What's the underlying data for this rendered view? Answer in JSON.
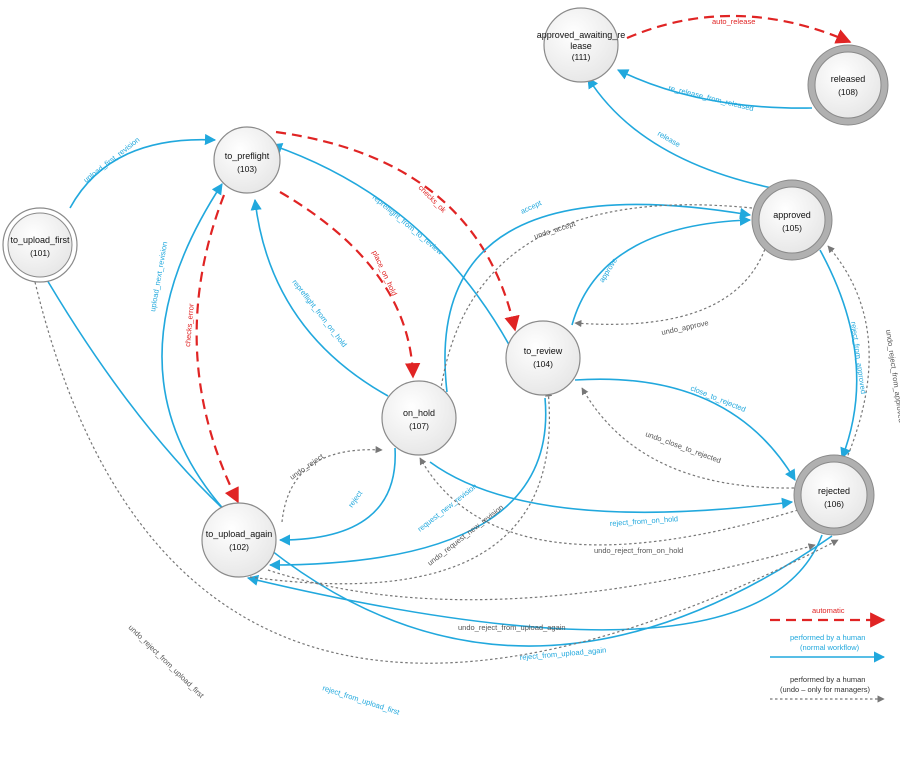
{
  "colors": {
    "automatic": "#e02424",
    "human": "#21a8dd",
    "undo": "#777777",
    "node_fill_light": "#ffffff",
    "node_fill_dark": "#e6e6e6",
    "node_stroke": "#8a8a8a",
    "final_ring": "#a8a8a8"
  },
  "nodes": {
    "to_upload_first": {
      "name": "to_upload_first",
      "id": "(101)",
      "final": false
    },
    "to_preflight": {
      "name": "to_preflight",
      "id": "(103)",
      "final": false
    },
    "on_hold": {
      "name": "on_hold",
      "id": "(107)",
      "final": false
    },
    "to_upload_again": {
      "name": "to_upload_again",
      "id": "(102)",
      "final": false
    },
    "to_review": {
      "name": "to_review",
      "id": "(104)",
      "final": false
    },
    "approved": {
      "name": "approved",
      "id": "(105)",
      "final": true
    },
    "rejected": {
      "name": "rejected",
      "id": "(106)",
      "final": true
    },
    "approved_awaiting_release": {
      "name_line1": "approved_awaiting_re",
      "name_line2": "lease",
      "id": "(111)",
      "final": false
    },
    "released": {
      "name": "released",
      "id": "(108)",
      "final": true
    }
  },
  "edges": {
    "auto_release": {
      "label": "auto_release",
      "kind": "automatic"
    },
    "re_release_from_released": {
      "label": "re_release_from_released",
      "kind": "human"
    },
    "release": {
      "label": "release",
      "kind": "human"
    },
    "upload_first_revision": {
      "label": "upload_first_revision",
      "kind": "human"
    },
    "checks_ok": {
      "label": "checks_ok",
      "kind": "automatic"
    },
    "checks_error": {
      "label": "checks_error",
      "kind": "automatic"
    },
    "place_on_hold": {
      "label": "place_on_hold",
      "kind": "automatic"
    },
    "upload_next_revision": {
      "label": "upload_next_revision",
      "kind": "human"
    },
    "repreflight_from_on_hold": {
      "label": "repreflight_from_on_hold",
      "kind": "human"
    },
    "repreflight_from_to_review": {
      "label": "repreflight_from_to_review",
      "kind": "human"
    },
    "accept": {
      "label": "accept",
      "kind": "human"
    },
    "undo_accept": {
      "label": "undo_accept",
      "kind": "undo"
    },
    "approve": {
      "label": "approve",
      "kind": "human"
    },
    "undo_approve": {
      "label": "undo_approve",
      "kind": "undo"
    },
    "reject_from_approved": {
      "label": "reject_from_approved",
      "kind": "human"
    },
    "undo_reject_from_approved": {
      "label": "undo_reject_from_approved",
      "kind": "undo"
    },
    "close_to_rejected": {
      "label": "close_to_rejected",
      "kind": "human"
    },
    "undo_close_to_rejected": {
      "label": "undo_close_to_rejected",
      "kind": "undo"
    },
    "undo_reject": {
      "label": "undo_reject",
      "kind": "undo"
    },
    "reject": {
      "label": "reject",
      "kind": "human"
    },
    "request_new_revision": {
      "label": "request_new_revision",
      "kind": "human"
    },
    "undo_request_new_revision": {
      "label": "undo_request_new_revision",
      "kind": "undo"
    },
    "reject_from_on_hold": {
      "label": "reject_from_on_hold",
      "kind": "human"
    },
    "undo_reject_from_on_hold": {
      "label": "undo_reject_from_on_hold",
      "kind": "undo"
    },
    "undo_reject_from_upload_again": {
      "label": "undo_reject_from_upload_again",
      "kind": "undo"
    },
    "reject_from_upload_again": {
      "label": "reject_from_upload_again",
      "kind": "human"
    },
    "reject_from_upload_first": {
      "label": "reject_from_upload_first",
      "kind": "human"
    },
    "undo_reject_from_upload_first": {
      "label": "undo_reject_from_upload_first",
      "kind": "undo"
    }
  },
  "legend": {
    "automatic": "automatic",
    "human_line1": "performed by a human",
    "human_line2": "(normal workflow)",
    "undo_line1": "performed by a human",
    "undo_line2": "(undo – only for managers)"
  }
}
